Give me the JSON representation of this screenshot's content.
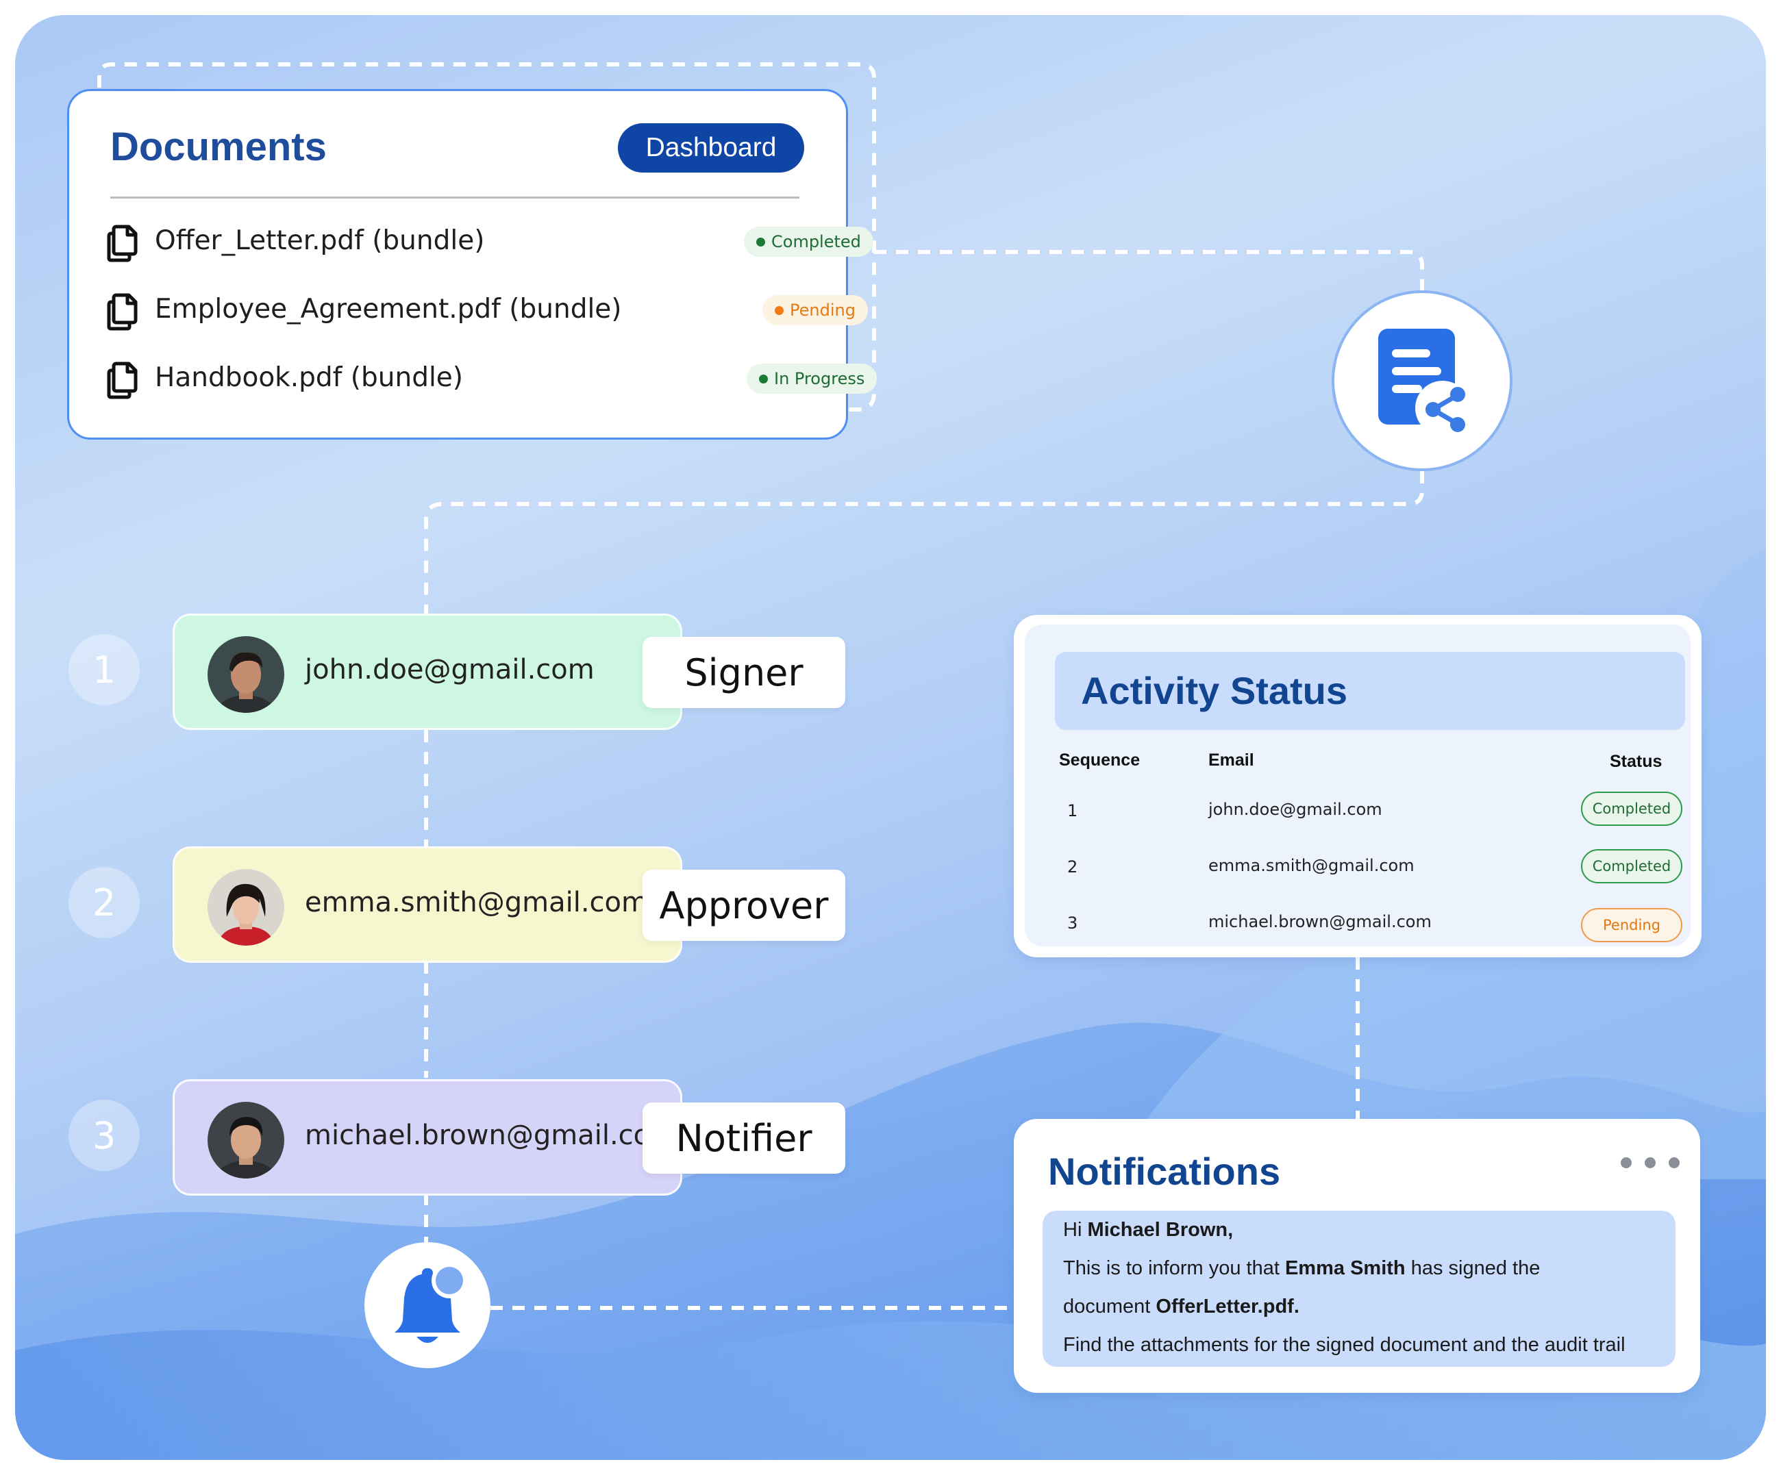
{
  "documents": {
    "title": "Documents",
    "dashboard_label": "Dashboard",
    "files": [
      {
        "name": "Offer_Letter.pdf (bundle)",
        "status": "Completed",
        "status_color": "#1d7a36"
      },
      {
        "name": "Employee_Agreement.pdf (bundle)",
        "status": "Pending",
        "status_color": "#f27a10"
      },
      {
        "name": "Handbook.pdf (bundle)",
        "status": "In Progress",
        "status_color": "#1d7a36"
      }
    ]
  },
  "share_icon": "document-share-icon",
  "recipients": [
    {
      "sequence": "1",
      "email": "john.doe@gmail.com",
      "role": "Signer",
      "card_color": "#cdf7e3"
    },
    {
      "sequence": "2",
      "email": "emma.smith@gmail.com",
      "role": "Approver",
      "card_color": "#f7f7cf"
    },
    {
      "sequence": "3",
      "email": "michael.brown@gmail.com",
      "role": "Notifier",
      "card_color": "#d6d3f8"
    }
  ],
  "bell_icon": "notification-bell-icon",
  "activity": {
    "title": "Activity Status",
    "columns": [
      "Sequence",
      "Email",
      "Status"
    ],
    "rows": [
      {
        "sequence": "1",
        "email": "john.doe@gmail.com",
        "status": "Completed"
      },
      {
        "sequence": "2",
        "email": "emma.smith@gmail.com",
        "status": "Completed"
      },
      {
        "sequence": "3",
        "email": "michael.brown@gmail.com",
        "status": "Pending"
      }
    ]
  },
  "notifications": {
    "title": "Notifications",
    "greeting_prefix": "Hi ",
    "recipient_name": "Michael Brown,",
    "line2_prefix": "This is to inform you that ",
    "signer_name": "Emma Smith",
    "line2_suffix": " has signed the",
    "line3_prefix": "document ",
    "document_name": "OfferLetter.pdf.",
    "line4": "Find the attachments for the signed document and the audit trail"
  },
  "colors": {
    "accent": "#0f46a5",
    "heading": "#12458f",
    "completed": "#1d7a36",
    "pending": "#f27a10",
    "icon_blue": "#2a6fe6"
  }
}
